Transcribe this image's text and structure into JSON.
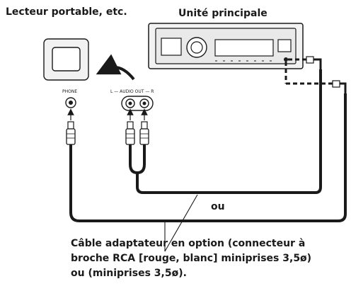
{
  "labels": {
    "portable_player": "Lecteur portable, etc.",
    "head_unit": "Unité principale",
    "or": "ou",
    "phone_jack": "PHONE",
    "audio_out": "L — AUDIO OUT — R"
  },
  "caption": {
    "line1": "Câble adaptateur en option (connecteur à",
    "line2": "broche RCA [rouge, blanc] miniprises 3,5ø)",
    "line3": "ou (miniprises 3,5ø)."
  },
  "colors": {
    "line": "#1a1a1a",
    "background": "#ffffff",
    "device_fill": "#f2f2f2"
  }
}
